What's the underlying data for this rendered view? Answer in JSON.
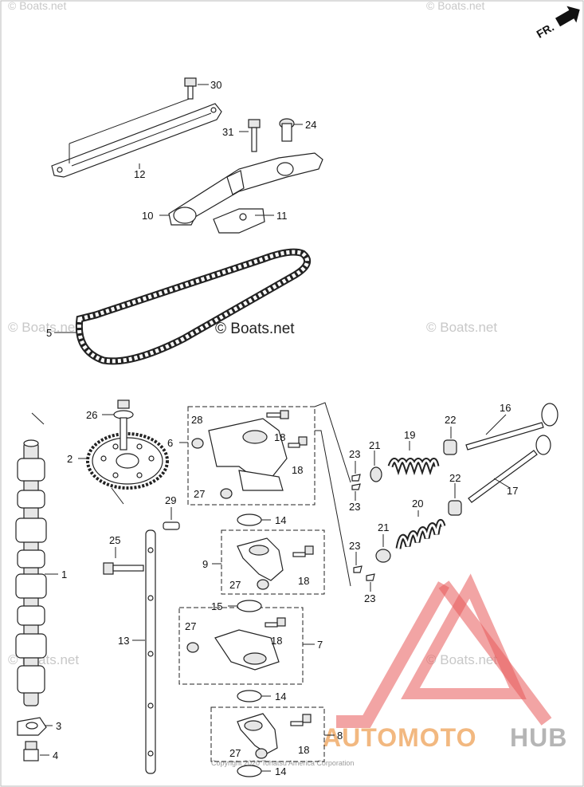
{
  "orientation_marker": "FR.",
  "brand_watermark": "© Boats.net",
  "copyright": "Copyright 2020 Tohatsu America Corporation",
  "logo": {
    "part1": "AUTOMOTO",
    "part2": "HUB",
    "color_triangle": "#e85a5a",
    "color_text1": "#f2b880",
    "color_text2": "#b5b5b5"
  },
  "callouts": [
    {
      "id": "30",
      "text": "30"
    },
    {
      "id": "12",
      "text": "12"
    },
    {
      "id": "31",
      "text": "31"
    },
    {
      "id": "24",
      "text": "24"
    },
    {
      "id": "10",
      "text": "10"
    },
    {
      "id": "11",
      "text": "11"
    },
    {
      "id": "5",
      "text": "5"
    },
    {
      "id": "26",
      "text": "26"
    },
    {
      "id": "2",
      "text": "2"
    },
    {
      "id": "28",
      "text": "28"
    },
    {
      "id": "6",
      "text": "6"
    },
    {
      "id": "18a",
      "text": "18"
    },
    {
      "id": "18b",
      "text": "18"
    },
    {
      "id": "27a",
      "text": "27"
    },
    {
      "id": "23a",
      "text": "23"
    },
    {
      "id": "23b",
      "text": "23"
    },
    {
      "id": "21a",
      "text": "21"
    },
    {
      "id": "19",
      "text": "19"
    },
    {
      "id": "22a",
      "text": "22"
    },
    {
      "id": "16",
      "text": "16"
    },
    {
      "id": "22b",
      "text": "22"
    },
    {
      "id": "17",
      "text": "17"
    },
    {
      "id": "29",
      "text": "29"
    },
    {
      "id": "14a",
      "text": "14"
    },
    {
      "id": "25",
      "text": "25"
    },
    {
      "id": "9",
      "text": "9"
    },
    {
      "id": "18c",
      "text": "18"
    },
    {
      "id": "27b",
      "text": "27"
    },
    {
      "id": "20",
      "text": "20"
    },
    {
      "id": "21b",
      "text": "21"
    },
    {
      "id": "23c",
      "text": "23"
    },
    {
      "id": "23d",
      "text": "23"
    },
    {
      "id": "1",
      "text": "1"
    },
    {
      "id": "15",
      "text": "15"
    },
    {
      "id": "13",
      "text": "13"
    },
    {
      "id": "27c",
      "text": "27"
    },
    {
      "id": "18d",
      "text": "18"
    },
    {
      "id": "7",
      "text": "7"
    },
    {
      "id": "14b",
      "text": "14"
    },
    {
      "id": "3",
      "text": "3"
    },
    {
      "id": "8",
      "text": "8"
    },
    {
      "id": "18e",
      "text": "18"
    },
    {
      "id": "27d",
      "text": "27"
    },
    {
      "id": "4",
      "text": "4"
    },
    {
      "id": "14c",
      "text": "14"
    }
  ]
}
